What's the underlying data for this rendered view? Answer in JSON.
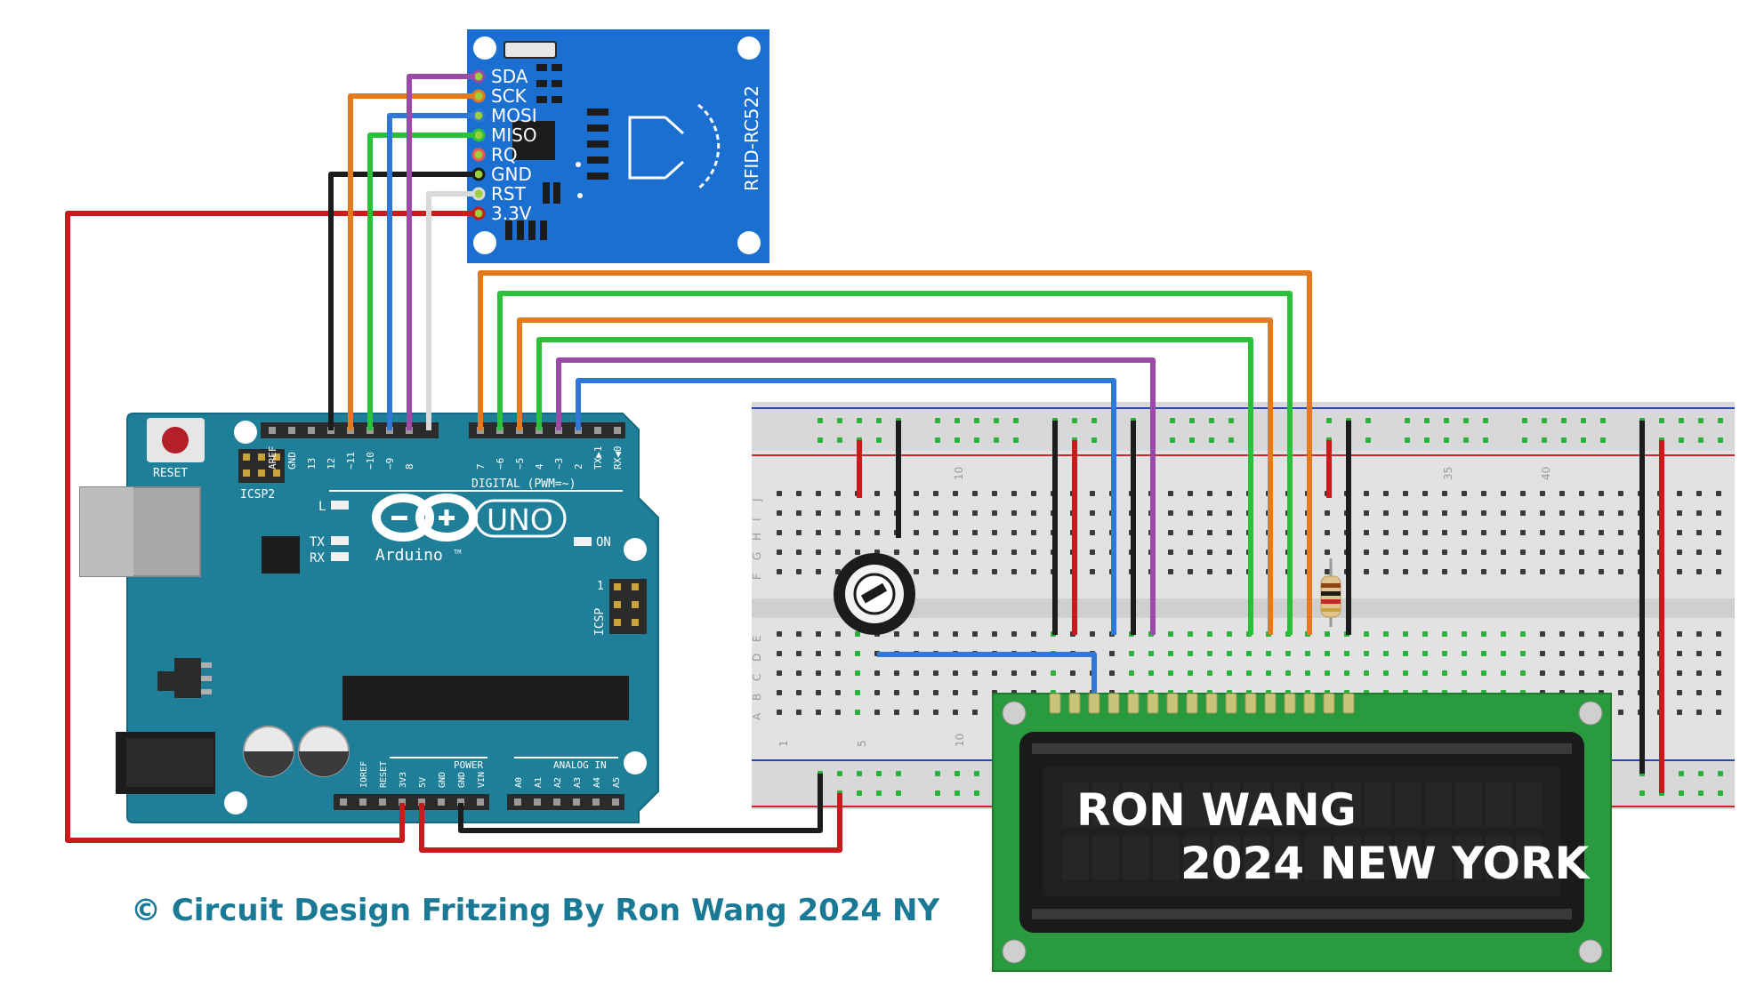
{
  "rfid": {
    "pins": [
      "SDA",
      "SCK",
      "MOSI",
      "MISO",
      "RQ",
      "GND",
      "RST",
      "3.3V"
    ],
    "model": "RFID-RC522"
  },
  "arduino": {
    "reset_label": "RESET",
    "icsp2_label": "ICSP2",
    "icsp_label": "ICSP",
    "icsp_pin1": "1",
    "digital_header_label": "DIGITAL (PWM=~)",
    "digital_pins": [
      "AREF",
      "GND",
      "13",
      "12",
      "~11",
      "~10",
      "~9",
      "8",
      "7",
      "~6",
      "~5",
      "4",
      "~3",
      "2",
      "TX▶1",
      "RX◀0"
    ],
    "l_label": "L",
    "tx_label": "TX",
    "rx_label": "RX",
    "on_label": "ON",
    "logo_text": "Arduino",
    "tm": "TM",
    "uno_label": "UNO",
    "power_label": "POWER",
    "power_pins": [
      "IOREF",
      "RESET",
      "3V3",
      "5V",
      "GND",
      "GND",
      "VIN"
    ],
    "analog_label": "ANALOG IN",
    "analog_pins": [
      "A0",
      "A1",
      "A2",
      "A3",
      "A4",
      "A5"
    ]
  },
  "breadboard": {
    "row_letters_top": [
      "J",
      "I",
      "H",
      "G",
      "F"
    ],
    "row_letters_bottom": [
      "E",
      "D",
      "C",
      "B",
      "A"
    ],
    "column_numbers_top": [
      "10",
      "35",
      "40"
    ],
    "column_numbers_bottom": [
      "1",
      "5",
      "10"
    ]
  },
  "lcd": {
    "line1": "RON WANG",
    "line2": "2024 NEW YORK"
  },
  "credit": "© Circuit Design Fritzing By Ron Wang 2024 NY"
}
